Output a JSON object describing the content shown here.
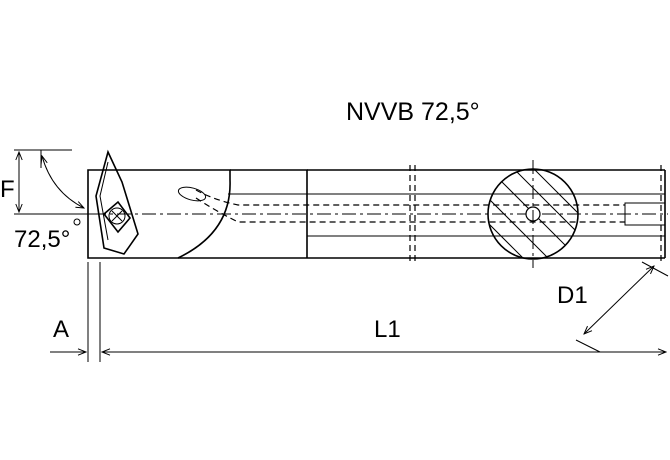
{
  "title": "NVVB 72,5°",
  "labels": {
    "f": "F",
    "angle": "72,5°",
    "a": "A",
    "l1": "L1",
    "d1": "D1"
  },
  "colors": {
    "line": "#000000",
    "background": "#ffffff"
  }
}
